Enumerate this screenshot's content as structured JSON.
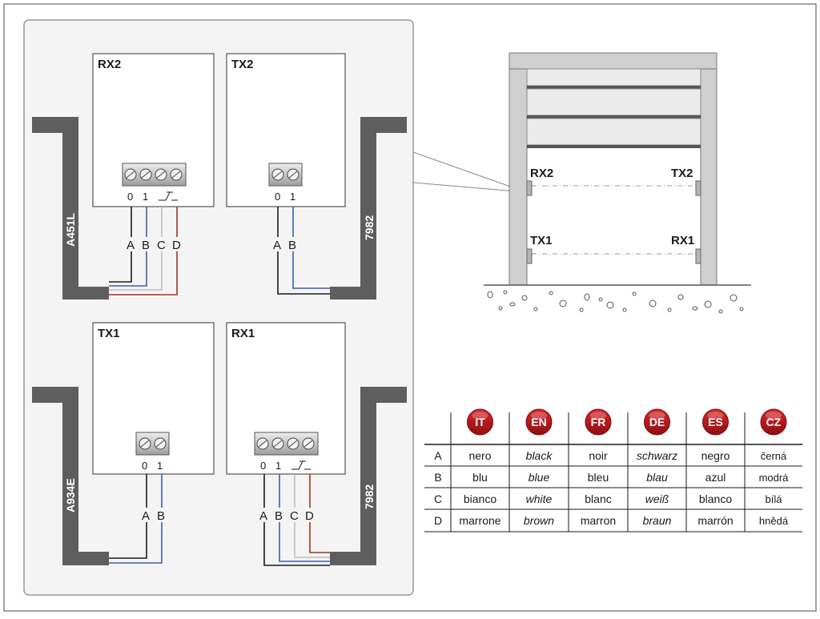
{
  "devices": {
    "rx2": "RX2",
    "tx2": "TX2",
    "tx1": "TX1",
    "rx1": "RX1"
  },
  "cables": {
    "top_left": "A451L",
    "top_right": "7982",
    "bottom_left": "A934E",
    "bottom_right": "7982"
  },
  "pins": {
    "zero": "0",
    "one": "1"
  },
  "wires": {
    "a": "A",
    "b": "B",
    "c": "C",
    "d": "D"
  },
  "door": {
    "rx2": "RX2",
    "tx2": "TX2",
    "tx1": "TX1",
    "rx1": "RX1"
  },
  "legend": {
    "languages": [
      "IT",
      "EN",
      "FR",
      "DE",
      "ES",
      "CZ"
    ],
    "rows": [
      {
        "key": "A",
        "values": [
          "nero",
          "black",
          "noir",
          "schwarz",
          "negro",
          "černá"
        ]
      },
      {
        "key": "B",
        "values": [
          "blu",
          "blue",
          "bleu",
          "blau",
          "azul",
          "modrá"
        ]
      },
      {
        "key": "C",
        "values": [
          "bianco",
          "white",
          "blanc",
          "weiß",
          "blanco",
          "bílá"
        ]
      },
      {
        "key": "D",
        "values": [
          "marrone",
          "brown",
          "marron",
          "braun",
          "marrón",
          "hnědá"
        ]
      }
    ]
  },
  "colors": {
    "wire_black": "#1a1a1a",
    "wire_blue": "#3b5fa8",
    "wire_white": "#bdbdbd",
    "wire_brown": "#a0351f",
    "cable_gray": "#5e5e5e",
    "flag_red": "#b3171b",
    "panel_border": "#9a9a9a"
  }
}
